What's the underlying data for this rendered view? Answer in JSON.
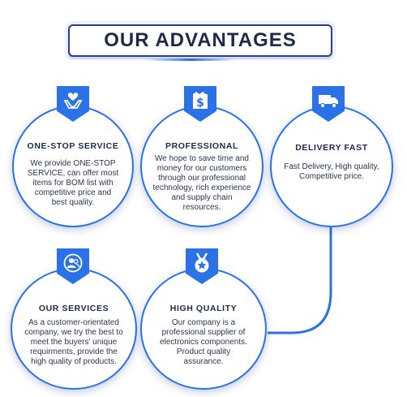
{
  "title": "OUR ADVANTAGES",
  "accent_color": "#2b72e6",
  "cards": [
    {
      "icon": "heart-hands-icon",
      "title": "ONE-STOP SERVICE",
      "lines": [
        "We provide ONE-STOP",
        "SERVICE, can offer most",
        "items for BOM list with",
        "competitive price and",
        "best quality."
      ]
    },
    {
      "icon": "dollar-tag-icon",
      "title": "PROFESSIONAL",
      "lines": [
        "We hope to save time and",
        "money for our customers",
        "through our professional",
        "technology, rich experience",
        "and supply chain",
        "resources."
      ]
    },
    {
      "icon": "delivery-truck-icon",
      "title": "DELIVERY FAST",
      "lines": [
        "Fast Delivery, High quality,",
        "Competitive price."
      ]
    },
    {
      "icon": "users-icon",
      "title": "OUR SERVICES",
      "lines": [
        "As a customer-orientated",
        "company, we try the best to",
        "meet the buyers' unique",
        "requirments, provide the",
        "high quality of products."
      ]
    },
    {
      "icon": "medal-star-icon",
      "title": "HIGH QUALITY",
      "lines": [
        "Our company is a",
        "professional supplier of",
        "electronics components.",
        "Product quality",
        "assurance."
      ]
    }
  ]
}
